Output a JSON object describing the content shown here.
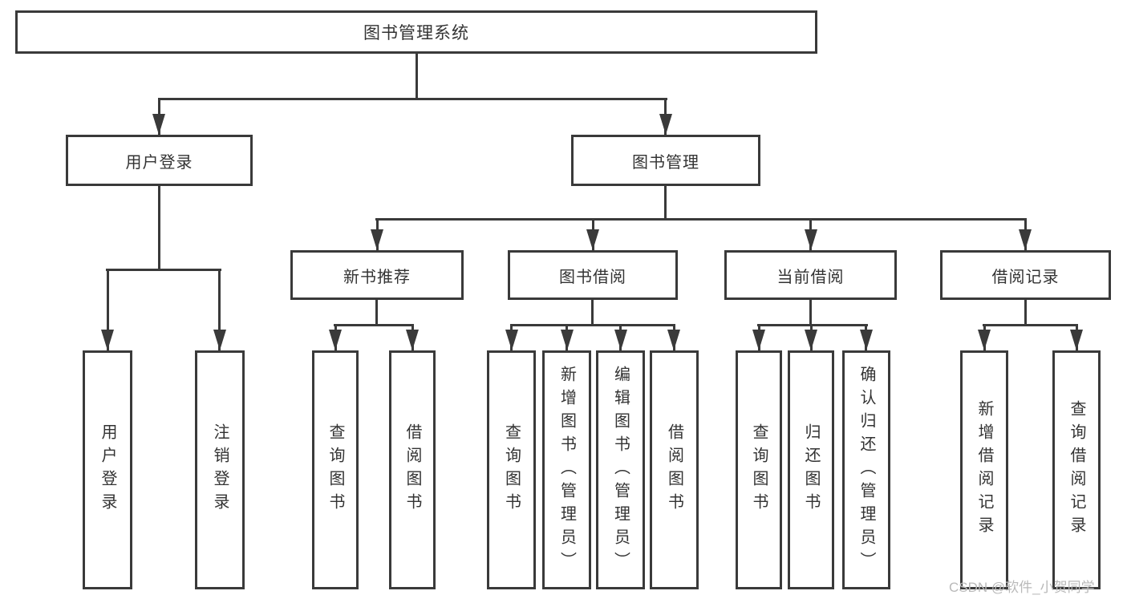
{
  "diagram": {
    "title": "图书管理系统",
    "root": {
      "label": "图书管理系统"
    },
    "level2": [
      {
        "label": "用户登录"
      },
      {
        "label": "图书管理"
      }
    ],
    "level3": [
      {
        "label": "新书推荐"
      },
      {
        "label": "图书借阅"
      },
      {
        "label": "当前借阅"
      },
      {
        "label": "借阅记录"
      }
    ],
    "loginLeaves": [
      {
        "label": "用户登录"
      },
      {
        "label": "注销登录"
      }
    ],
    "recommendLeaves": [
      {
        "label": "查询图书"
      },
      {
        "label": "借阅图书"
      }
    ],
    "borrowLeaves": [
      {
        "label": "查询图书"
      },
      {
        "label": "新增图书（管理员）"
      },
      {
        "label": "编辑图书（管理员）"
      },
      {
        "label": "借阅图书"
      }
    ],
    "currentLeaves": [
      {
        "label": "查询图书"
      },
      {
        "label": "归还图书"
      },
      {
        "label": "确认归还（管理员）"
      }
    ],
    "recordLeaves": [
      {
        "label": "新增借阅记录"
      },
      {
        "label": "查询借阅记录"
      }
    ]
  },
  "watermark": {
    "text": "CSDN @软件_小贺同学"
  },
  "colors": {
    "line": "#3a3a3a",
    "box_background": "#ffffff",
    "text": "#333333",
    "watermark": "#b9b9b9"
  }
}
